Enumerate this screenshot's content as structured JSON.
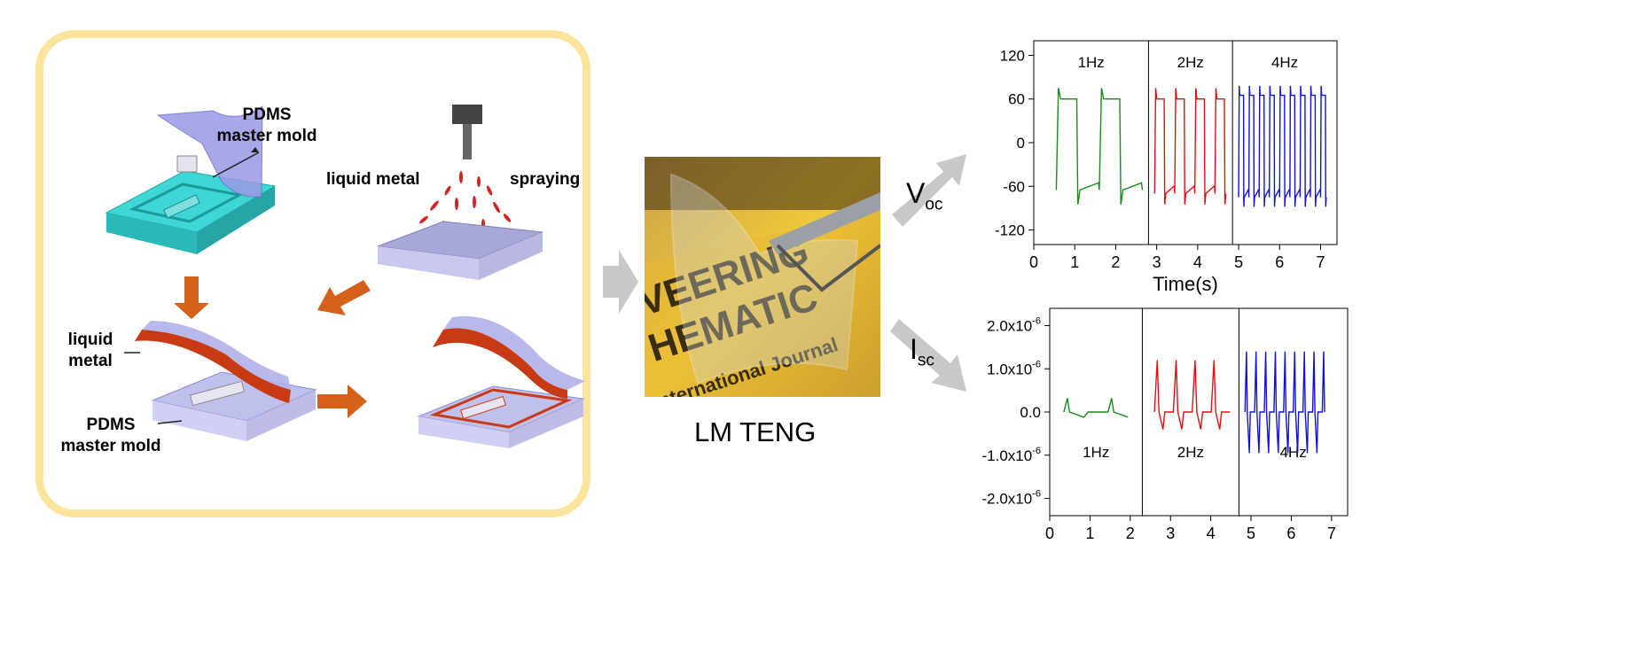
{
  "process": {
    "master_mold_label_top": "PDMS\nmaster mold",
    "liquid_metal_label": "liquid metal",
    "spraying_label": "spraying",
    "liquid_metal_label_2": "liquid\nmetal",
    "master_mold_label_bottom": "PDMS\nmaster mold"
  },
  "device": {
    "caption": "LM TENG"
  },
  "arrows": {
    "voc": {
      "main": "V",
      "sub": "oc"
    },
    "isc": {
      "main": "I",
      "sub": "sc"
    }
  },
  "colors": {
    "frame": "#fce49c",
    "arrow": "#d5601a",
    "gray_arrow": "#c8c8c8",
    "hz1": "#1a8a1a",
    "hz2": "#e01010",
    "hz4": "#1010e0",
    "cyan": "#3ed6d6",
    "purple": "#9a9ae6"
  },
  "chart_data": [
    {
      "type": "line",
      "xlabel": "Time(s)",
      "xlim": [
        0,
        7.4
      ],
      "ylim": [
        -140,
        140
      ],
      "x_ticks": [
        "0",
        "1",
        "2",
        "3",
        "4",
        "5",
        "6",
        "7"
      ],
      "y_ticks": [
        "120",
        "60",
        "0",
        "-60",
        "-120"
      ],
      "segments": [
        {
          "label": "1Hz",
          "x_start": 0,
          "x_end": 2.8
        },
        {
          "label": "2Hz",
          "x_start": 2.8,
          "x_end": 4.85
        },
        {
          "label": "4Hz",
          "x_start": 4.85,
          "x_end": 7.4
        }
      ],
      "series": [
        {
          "color": "#1a8a1a",
          "x_start": 0.55,
          "x_end": 2.7,
          "period": 1.05,
          "high": 60,
          "low": -65,
          "peak": 75,
          "dip": -85
        },
        {
          "color": "#e01010",
          "x_start": 2.95,
          "x_end": 4.75,
          "period": 0.49,
          "high": 60,
          "low": -70,
          "peak": 75,
          "dip": -85
        },
        {
          "color": "#1010e0",
          "x_start": 5.0,
          "x_end": 7.15,
          "period": 0.25,
          "high": 65,
          "low": -75,
          "peak": 78,
          "dip": -88
        }
      ]
    },
    {
      "type": "line",
      "xlabel": "",
      "xlim": [
        0,
        7.4
      ],
      "ylim": [
        -2.4e-06,
        2.4e-06
      ],
      "x_ticks": [
        "0",
        "1",
        "2",
        "3",
        "4",
        "5",
        "6",
        "7"
      ],
      "y_ticks": [
        "2.0x10-6",
        "1.0x10-6",
        "0.0",
        "-1.0x10-6",
        "-2.0x10-6"
      ],
      "segments": [
        {
          "label": "1Hz",
          "x_start": 0,
          "x_end": 2.3
        },
        {
          "label": "2Hz",
          "x_start": 2.3,
          "x_end": 4.7
        },
        {
          "label": "4Hz",
          "x_start": 4.7,
          "x_end": 7.4
        }
      ],
      "series": [
        {
          "color": "#1a8a1a",
          "x_start": 0.35,
          "x_end": 2.0,
          "period": 1.1,
          "peak": 3.2e-07,
          "dip": -1.2e-07
        },
        {
          "color": "#e01010",
          "x_start": 2.6,
          "x_end": 4.55,
          "period": 0.47,
          "peak": 1.2e-06,
          "dip": -4e-07
        },
        {
          "color": "#1010e0",
          "x_start": 4.85,
          "x_end": 6.85,
          "period": 0.24,
          "peak": 1.4e-06,
          "dip": -9.5e-07
        }
      ]
    }
  ]
}
